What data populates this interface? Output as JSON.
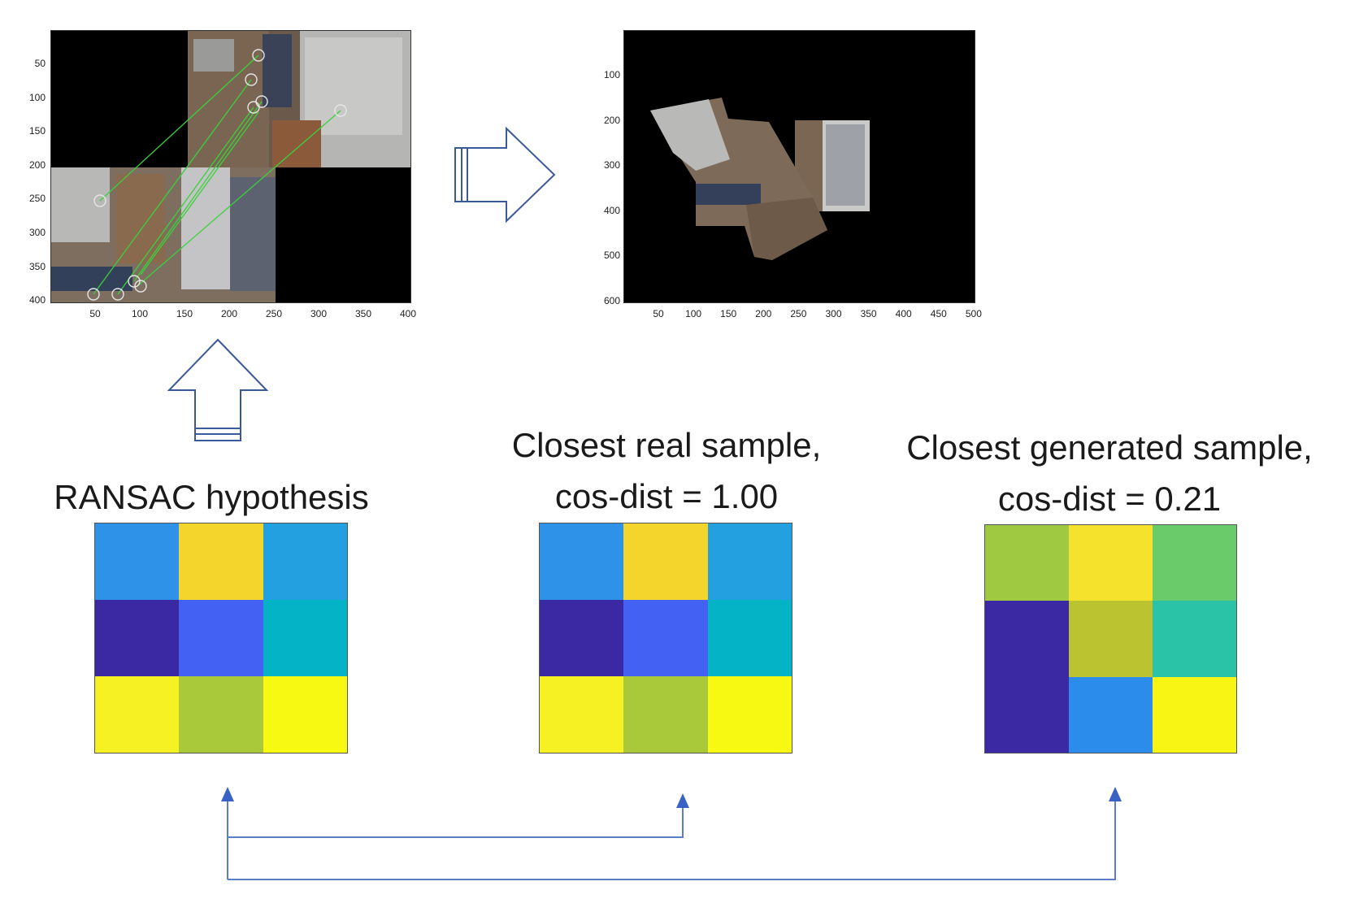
{
  "stitch_input_plot": {
    "y_ticks": [
      "50",
      "100",
      "150",
      "200",
      "250",
      "300",
      "350",
      "400"
    ],
    "x_ticks": [
      "50",
      "100",
      "150",
      "200",
      "250",
      "300",
      "350",
      "400"
    ]
  },
  "stitch_output_plot": {
    "y_ticks": [
      "100",
      "200",
      "300",
      "400",
      "500",
      "600"
    ],
    "x_ticks": [
      "50",
      "100",
      "150",
      "200",
      "250",
      "300",
      "350",
      "400",
      "450",
      "500"
    ]
  },
  "captions": {
    "ransac": "RANSAC hypothesis",
    "real_line1": "Closest real sample,",
    "real_line2": "cos-dist = 1.00",
    "generated_line1": "Closest generated sample,",
    "generated_line2": "cos-dist = 0.21"
  },
  "heatmaps": {
    "ransac": [
      "#2e93e8",
      "#f3d52c",
      "#22a0e0",
      "#3a29a3",
      "#4361f3",
      "#04b4c6",
      "#f6f122",
      "#a9c83a",
      "#f8f912"
    ],
    "real": [
      "#2e93e8",
      "#f3d52c",
      "#22a0e0",
      "#3a29a3",
      "#4361f3",
      "#04b4c6",
      "#f6f122",
      "#a9c83a",
      "#f8f912"
    ],
    "generated": [
      "#a0c942",
      "#f4e22c",
      "#6acb6a",
      "#3a29a3",
      "#bcc330",
      "#2bc3a8",
      "#3a29a3",
      "#2b8cec",
      "#f8f514"
    ]
  },
  "colors": {
    "arrow_outline": "#3a5a9a",
    "connector": "#5b7fc6"
  }
}
